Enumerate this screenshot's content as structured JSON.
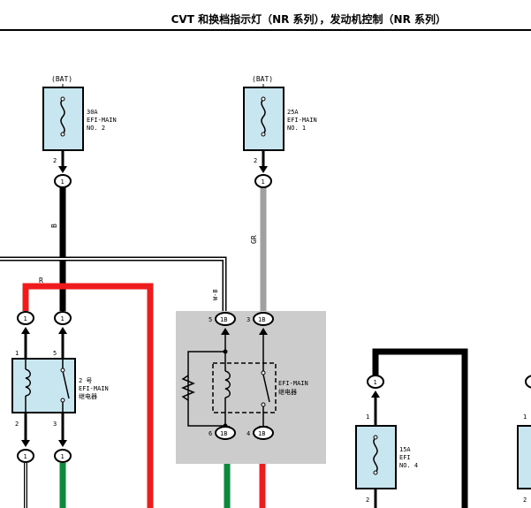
{
  "header": {
    "title": "CVT 和换档指示灯（NR 系列），发动机控制（NR 系列）"
  },
  "colors": {
    "black_wire": "#000000",
    "red_wire": "#ee1c1c",
    "gray_wire": "#a0a0a0",
    "green_wire": "#0a8a3a",
    "fuse_fill": "#c8e6f0",
    "relay_box_bg": "#cccccc"
  },
  "fuses": [
    {
      "source": "(BAT)",
      "rating": "30A",
      "name": "EFI-MAIN",
      "no": "NO. 2",
      "pin_out": "2",
      "conn": "1"
    },
    {
      "source": "(BAT)",
      "rating": "25A",
      "name": "EFI-MAIN",
      "no": "NO. 1",
      "pin_out": "2",
      "conn": "1"
    },
    {
      "rating": "15A",
      "name": "EFI",
      "no": "NO. 4",
      "pin_in": "1",
      "pin_out": "2",
      "conn": "1"
    }
  ],
  "wire_labels": {
    "b": "B",
    "gr": "GR",
    "r": "R",
    "wb": "W-B"
  },
  "relay2": {
    "name": "2 号",
    "name2": "EFI-MAIN",
    "name3": "继电器",
    "pins": {
      "p1": "1",
      "p2": "2",
      "p3": "3",
      "p5": "5"
    },
    "conn": "1"
  },
  "relay1": {
    "name": "EFI-MAIN",
    "name2": "继电器",
    "pins": {
      "p3": "3",
      "p4": "4",
      "p5": "5",
      "p6": "6"
    },
    "conn": "1B"
  },
  "partial_right": {
    "pin": "1",
    "pin2": "2"
  }
}
